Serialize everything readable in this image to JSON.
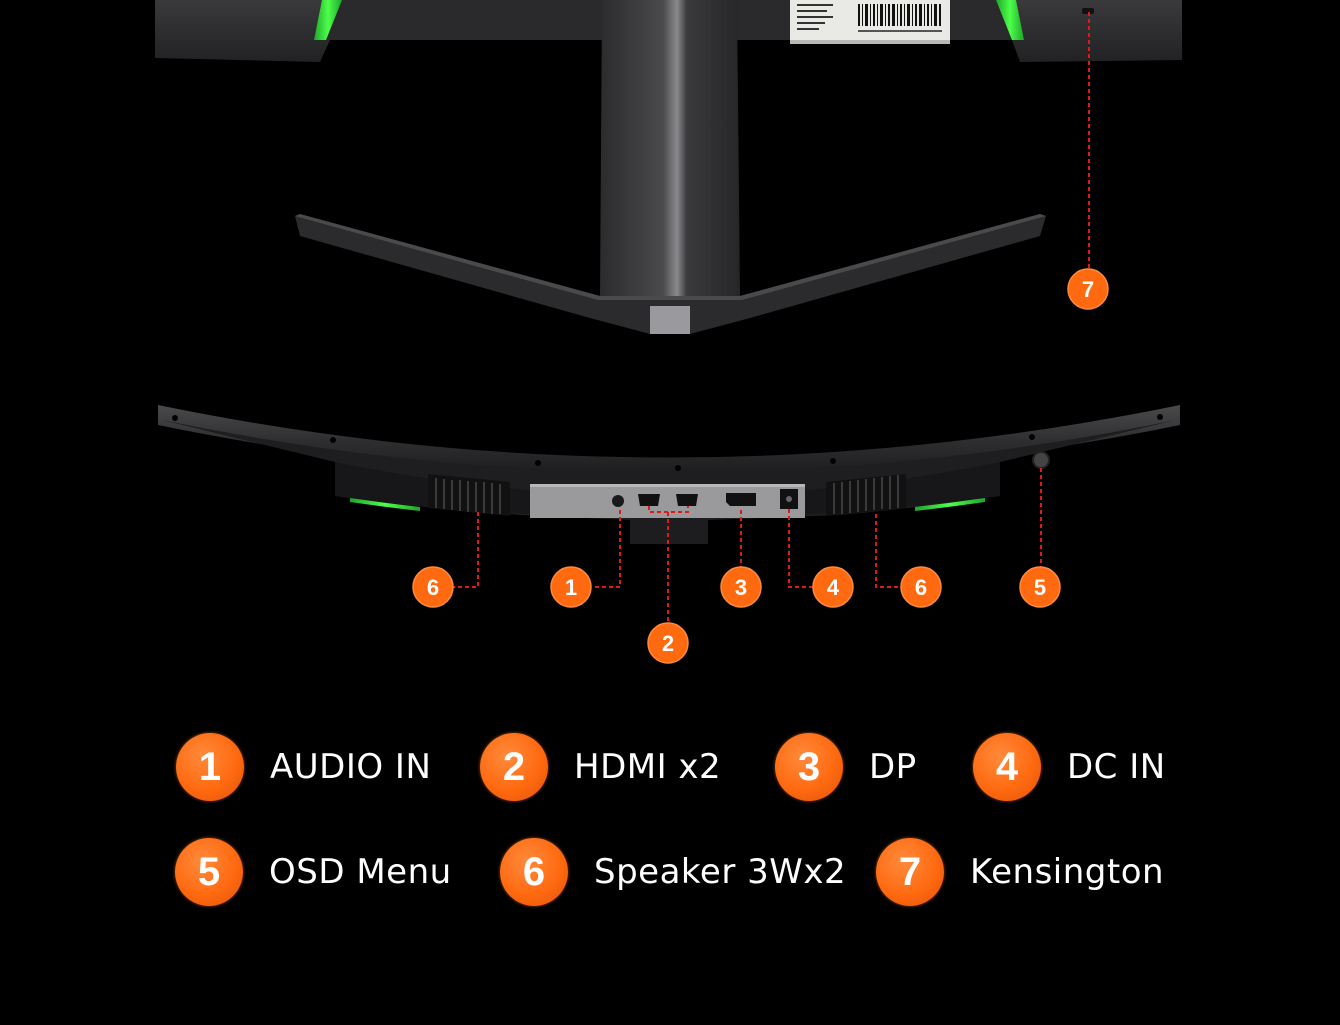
{
  "callouts": [
    {
      "num": "1"
    },
    {
      "num": "2"
    },
    {
      "num": "3"
    },
    {
      "num": "4"
    },
    {
      "num": "5"
    },
    {
      "num": "6"
    },
    {
      "num": "6"
    },
    {
      "num": "7"
    }
  ],
  "legend": [
    {
      "num": "1",
      "label": "AUDIO IN"
    },
    {
      "num": "2",
      "label": "HDMI x2"
    },
    {
      "num": "3",
      "label": "DP"
    },
    {
      "num": "4",
      "label": "DC IN"
    },
    {
      "num": "5",
      "label": "OSD Menu"
    },
    {
      "num": "6",
      "label": "Speaker 3Wx2"
    },
    {
      "num": "7",
      "label": "Kensington"
    }
  ],
  "colors": {
    "accent_orange": "#ff6a10",
    "led_green": "#39e83a",
    "callout_line": "#e01818",
    "background": "#000000"
  }
}
